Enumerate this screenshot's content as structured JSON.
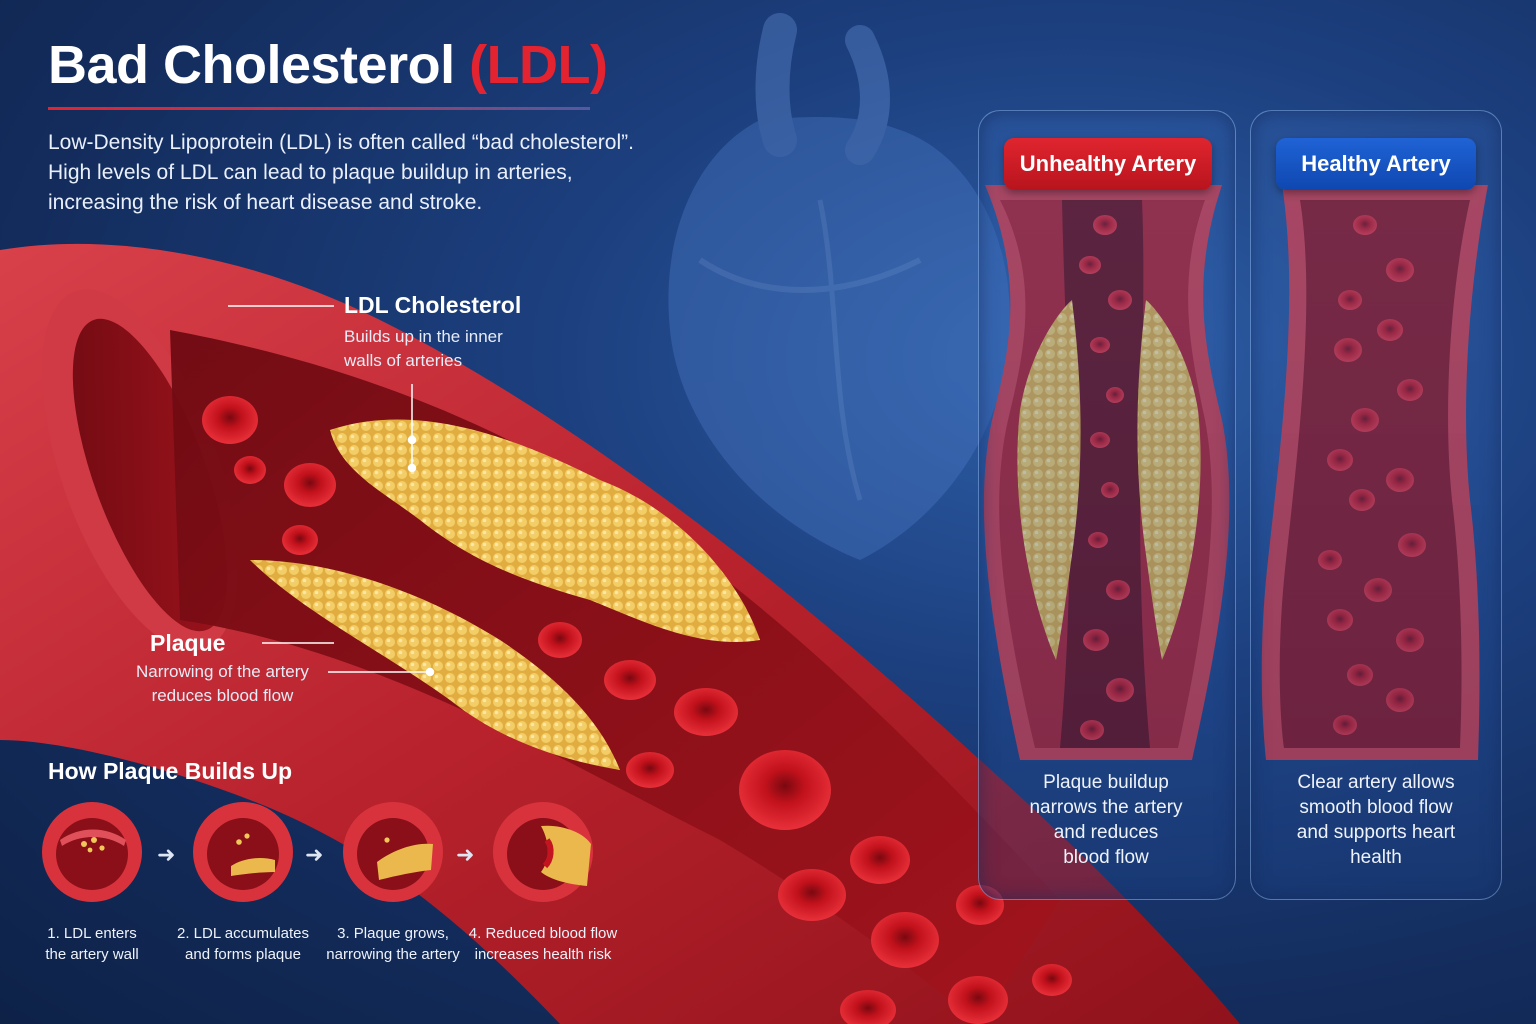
{
  "header": {
    "title_main": "Bad Cholesterol",
    "title_accent": "(LDL)",
    "intro_lines": [
      "Low-Density Lipoprotein (LDL) is often called “bad cholesterol”.",
      "High levels of LDL can lead to plaque buildup in arteries,",
      "increasing the risk of heart disease and stroke."
    ]
  },
  "callouts": {
    "ldl": {
      "heading": "LDL Cholesterol",
      "lines": [
        "Builds up in the inner",
        "walls of arteries"
      ]
    },
    "plaque": {
      "heading": "Plaque",
      "lines": [
        "Narrowing of the artery",
        "reduces blood flow"
      ]
    }
  },
  "steps": {
    "title": "How Plaque Builds Up",
    "items": [
      {
        "lines": [
          "1. LDL enters",
          "the artery wall"
        ]
      },
      {
        "lines": [
          "2. LDL accumulates",
          "and forms plaque"
        ]
      },
      {
        "lines": [
          "3. Plaque grows,",
          "narrowing the artery"
        ]
      },
      {
        "lines": [
          "4. Reduced blood flow",
          "increases health risk"
        ]
      }
    ],
    "arrow_glyph": "➜"
  },
  "panels": {
    "unhealthy": {
      "label": "Unhealthy Artery",
      "caption": [
        "Plaque buildup",
        "narrows the artery",
        "and reduces",
        "blood flow"
      ]
    },
    "healthy": {
      "label": "Healthy Artery",
      "caption": [
        "Clear artery allows",
        "smooth blood flow",
        "and supports heart",
        "health"
      ]
    }
  },
  "colors": {
    "accent_red": "#e3232f",
    "badge_blue": "#1f63d6",
    "plaque_yellow": "#e9b94a",
    "blood_red": "#c41420"
  }
}
